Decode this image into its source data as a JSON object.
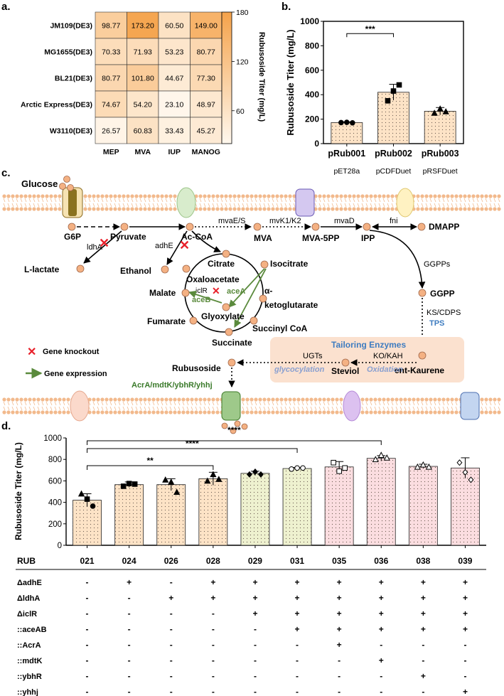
{
  "panels": {
    "a": "a.",
    "b": "b.",
    "c": "c.",
    "d": "d."
  },
  "chart_data": [
    {
      "type": "heatmap",
      "rows": [
        "JM109(DE3)",
        "MG1655(DE3)",
        "BL21(DE3)",
        "Arctic Express(DE3)",
        "W3110(DE3)"
      ],
      "columns": [
        "MEP",
        "MVA",
        "IUP",
        "MANOG"
      ],
      "values": [
        [
          98.77,
          173.2,
          60.5,
          149.0
        ],
        [
          70.33,
          71.93,
          53.23,
          80.77
        ],
        [
          80.77,
          101.8,
          44.67,
          77.3
        ],
        [
          74.67,
          54.2,
          23.1,
          48.97
        ],
        [
          26.57,
          60.83,
          33.43,
          45.27
        ]
      ],
      "value_labels": [
        [
          "98.77",
          "173.20",
          "60.50",
          "149.00"
        ],
        [
          "70.33",
          "71.93",
          "53.23",
          "80.77"
        ],
        [
          "80.77",
          "101.80",
          "44.67",
          "77.30"
        ],
        [
          "74.67",
          "54.20",
          "23.10",
          "48.97"
        ],
        [
          "26.57",
          "60.83",
          "33.43",
          "45.27"
        ]
      ],
      "colorbar": {
        "label": "Rubusoside Titer (mg/L)",
        "ticks": [
          "180",
          "120",
          "60"
        ],
        "tick_values": [
          180,
          120,
          60
        ],
        "range": [
          20,
          180
        ]
      },
      "colors": {
        "low": "#fff8ee",
        "high": "#f5a24a"
      }
    },
    {
      "type": "bar",
      "ylabel": "Rubusoside Titer (mg/L)",
      "ylim": [
        0,
        1000
      ],
      "yticks": [
        "0",
        "200",
        "400",
        "600",
        "800",
        "1000"
      ],
      "ytick_values": [
        0,
        200,
        400,
        600,
        800,
        1000
      ],
      "categories": [
        "pRub001",
        "pRub002",
        "pRub003"
      ],
      "sublabels": [
        "pET28a",
        "pCDFDuet",
        "pRSFDuet"
      ],
      "values": [
        172,
        420,
        265
      ],
      "errors": [
        6,
        65,
        30
      ],
      "points": [
        [
          172,
          174,
          170
        ],
        [
          350,
          430,
          480
        ],
        [
          250,
          285,
          262
        ]
      ],
      "markers": [
        "circle",
        "square",
        "triangle"
      ],
      "significance": "***"
    },
    {
      "type": "bar",
      "ylabel": "Rubusoside Titer (mg/L)",
      "ylim": [
        0,
        1000
      ],
      "yticks": [
        "0",
        "200",
        "400",
        "600",
        "800",
        "1000"
      ],
      "ytick_values": [
        0,
        200,
        400,
        600,
        800,
        1000
      ],
      "categories": [
        "021",
        "024",
        "026",
        "028",
        "029",
        "031",
        "035",
        "036",
        "038",
        "039"
      ],
      "values": [
        420,
        565,
        565,
        620,
        670,
        715,
        730,
        810,
        735,
        720
      ],
      "errors": [
        60,
        25,
        55,
        60,
        20,
        10,
        50,
        25,
        20,
        95
      ],
      "points": [
        [
          480,
          430,
          365
        ],
        [
          550,
          575,
          570
        ],
        [
          610,
          590,
          495
        ],
        [
          600,
          660,
          615
        ],
        [
          660,
          685,
          660
        ],
        [
          710,
          720,
          720
        ],
        [
          770,
          690,
          720
        ],
        [
          800,
          840,
          815
        ],
        [
          730,
          750,
          730
        ],
        [
          770,
          680,
          610
        ]
      ],
      "markers": [
        "mixed",
        "square",
        "triangle",
        "triangle",
        "diamond",
        "circle-open",
        "square-open",
        "triangle-open",
        "triangle-open",
        "diamond-open"
      ],
      "bar_colors": [
        "#fde3c6",
        "#fde3c6",
        "#fde3c6",
        "#fde3c6",
        "#eef1cf",
        "#eef1cf",
        "#fbdde0",
        "#fbdde0",
        "#fbdde0",
        "#fbdde0"
      ],
      "significance": [
        {
          "label": "**",
          "from": "021",
          "to": "028"
        },
        {
          "label": "****",
          "from": "021",
          "to": "031"
        },
        {
          "label": "****",
          "from": "021",
          "to": "036"
        }
      ]
    }
  ],
  "panel_b": {
    "ylabel": "Rubusoside Titer (mg/L)"
  },
  "panel_d": {
    "ylabel": "Rubusoside Titer (mg/L)",
    "rub_label": "RUB",
    "genotype_rows": [
      {
        "label": "ΔadhE",
        "marks": [
          "-",
          "+",
          "-",
          "+",
          "+",
          "+",
          "+",
          "+",
          "+",
          "+"
        ]
      },
      {
        "label": "ΔldhA",
        "marks": [
          "-",
          "-",
          "+",
          "+",
          "+",
          "+",
          "+",
          "+",
          "+",
          "+"
        ]
      },
      {
        "label": "ΔiclR",
        "marks": [
          "-",
          "-",
          "-",
          "-",
          "+",
          "+",
          "+",
          "+",
          "+",
          "+"
        ]
      },
      {
        "label": "::aceAB",
        "marks": [
          "-",
          "-",
          "-",
          "-",
          "-",
          "+",
          "+",
          "+",
          "+",
          "+"
        ]
      },
      {
        "label": "::AcrA",
        "marks": [
          "-",
          "-",
          "-",
          "-",
          "-",
          "-",
          "+",
          "-",
          "-",
          "-"
        ]
      },
      {
        "label": "::mdtK",
        "marks": [
          "-",
          "-",
          "-",
          "-",
          "-",
          "-",
          "-",
          "+",
          "-",
          "-"
        ]
      },
      {
        "label": "::ybhR",
        "marks": [
          "-",
          "-",
          "-",
          "-",
          "-",
          "-",
          "-",
          "-",
          "+",
          "-"
        ]
      },
      {
        "label": "::yhhj",
        "marks": [
          "-",
          "-",
          "-",
          "-",
          "-",
          "-",
          "-",
          "-",
          "-",
          "+"
        ]
      }
    ]
  },
  "pathway": {
    "glucose": "Glucose",
    "g6p": "G6P",
    "pyruvate": "Pyruvate",
    "accoa": "Ac-CoA",
    "mvaes": "mvaE/S",
    "mvk": "mvK1/K2",
    "mvad": "mvaD",
    "fni": "fni",
    "mva": "MVA",
    "mva5pp": "MVA-5PP",
    "ipp": "IPP",
    "dmapp": "DMAPP",
    "ldha": "ldhA",
    "adhe": "adhE",
    "llactate": "L-lactate",
    "ethanol": "Ethanol",
    "citrate": "Citrate",
    "isocitrate": "Isocitrate",
    "oxaloacetate": "Oxaloacetate",
    "iclr": "iclR",
    "acea": "aceA",
    "aceb": "aceB",
    "malate": "Malate",
    "glyoxylate": "Glyoxylate",
    "akg1": "α-",
    "akg2": "ketoglutarate",
    "fumarate": "Fumarate",
    "succinylcoa": "Succinyl CoA",
    "succinate": "Succinate",
    "ggpps": "GGPPs",
    "ggpp": "GGPP",
    "kscdps": "KS/CDPS",
    "tps": "TPS",
    "tailoring": "Tailoring Enzymes",
    "ugts": "UGTs",
    "kokah": "KO/KAH",
    "glycosylation": "glycocylation",
    "oxidation": "Oxidation",
    "rubusoside": "Rubusoside",
    "steviol": "Steviol",
    "entkaurene": "ent-Kaurene",
    "transporters": "AcrA/mdtK/ybhR/yhhj",
    "legend_knockout": "Gene knockout",
    "legend_expression": "Gene expression"
  },
  "colors": {
    "bar_orange": "#fde3c6",
    "bar_green": "#eef1cf",
    "bar_pink": "#fbdde0",
    "node": "#f4b183",
    "green": "#5a8a3c",
    "red": "#e8202a",
    "blue": "#3e7cc0",
    "tailoring_bg": "#fbe1cf",
    "membrane": "#f2b98c"
  }
}
